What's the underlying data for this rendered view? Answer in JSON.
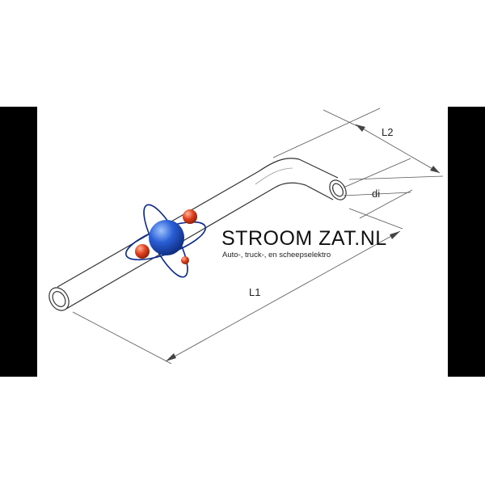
{
  "dimensions": {
    "l1": "L1",
    "l2": "L2",
    "di": "di"
  },
  "logo": {
    "title": "STROOM ZAT.NL",
    "subtitle": "Auto-, truck-, en scheepselektro",
    "icon": "atom-icon"
  },
  "colors": {
    "outline": "#333333",
    "dimension": "#555555",
    "nucleus": "#2a5fd6",
    "electron": "#e0401e",
    "bars": "#000000"
  }
}
